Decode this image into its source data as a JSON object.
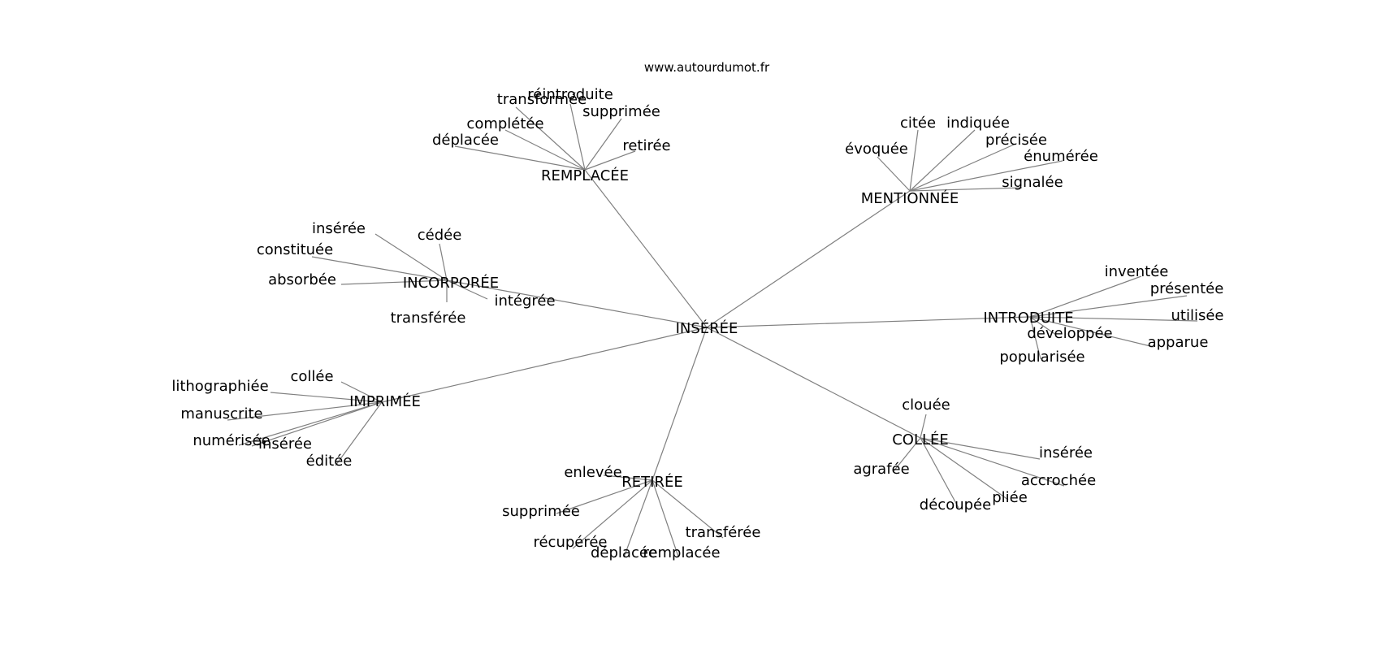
{
  "watermark": "www.autourdumot.fr",
  "center": "INSÉRÉE",
  "clusters": [
    {
      "id": "remplacee",
      "label": "REMPLACÉE",
      "words": [
        "transformée",
        "réintroduite",
        "supprimée",
        "complétée",
        "déplacée",
        "retirée"
      ]
    },
    {
      "id": "mentionnee",
      "label": "MENTIONNÉE",
      "words": [
        "citée",
        "indiquée",
        "évoquée",
        "précisée",
        "énumérée",
        "signalée"
      ]
    },
    {
      "id": "incorporee",
      "label": "INCORPORÉE",
      "words": [
        "insérée",
        "cédée",
        "constituée",
        "absorbée",
        "intégrée",
        "transférée"
      ]
    },
    {
      "id": "introduite",
      "label": "INTRODUITE",
      "words": [
        "inventée",
        "présentée",
        "utilisée",
        "développée",
        "apparue",
        "popularisée"
      ]
    },
    {
      "id": "imprimee",
      "label": "IMPRIMÉE",
      "words": [
        "collée",
        "lithographiée",
        "manuscrite",
        "numérisée",
        "insérée",
        "éditée"
      ]
    },
    {
      "id": "collee",
      "label": "COLLÉE",
      "words": [
        "clouée",
        "insérée",
        "agrafée",
        "accrochée",
        "découpée",
        "pliée"
      ]
    },
    {
      "id": "retiree",
      "label": "RETIRÉE",
      "words": [
        "enlevée",
        "supprimée",
        "récupérée",
        "transférée",
        "déplacée",
        "remplacée"
      ]
    }
  ]
}
